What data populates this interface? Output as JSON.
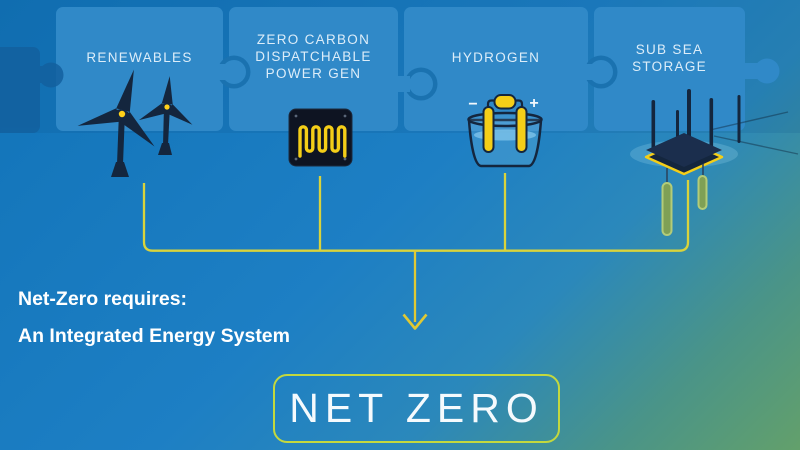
{
  "diagram": {
    "pieces": [
      {
        "lines": [
          "RENEWABLES"
        ],
        "icon": "wind-turbines-icon"
      },
      {
        "lines": [
          "ZERO CARBON",
          "DISPATCHABLE",
          "POWER GEN"
        ],
        "icon": "power-generator-icon"
      },
      {
        "lines": [
          "HYDROGEN"
        ],
        "icon": "hydrogen-electrolysis-icon"
      },
      {
        "lines": [
          "SUB SEA",
          "STORAGE"
        ],
        "icon": "subsea-storage-icon"
      }
    ],
    "hydrogen_terminals": {
      "minus": "−",
      "plus": "+"
    },
    "caption": {
      "line1": "Net-Zero requires:",
      "line2": "An Integrated Energy System"
    },
    "net_zero_label": "NET ZERO",
    "icon_names": [
      "wind-turbines-icon",
      "power-generator-icon",
      "hydrogen-electrolysis-icon",
      "subsea-storage-icon",
      "down-arrow-icon",
      "puzzle-pieces"
    ],
    "colors": {
      "background_blue": "#1d7fc4",
      "background_green": "#63a06b",
      "puzzle_piece_fill": "#3089c8",
      "dark_navy_icon": "#14263e",
      "accent_yellow": "#f4ce18",
      "connector_line": "#d9d33c",
      "net_zero_border": "#c3d83e",
      "tube_green": "#7fa055",
      "header_text": "#dcedf9"
    }
  }
}
